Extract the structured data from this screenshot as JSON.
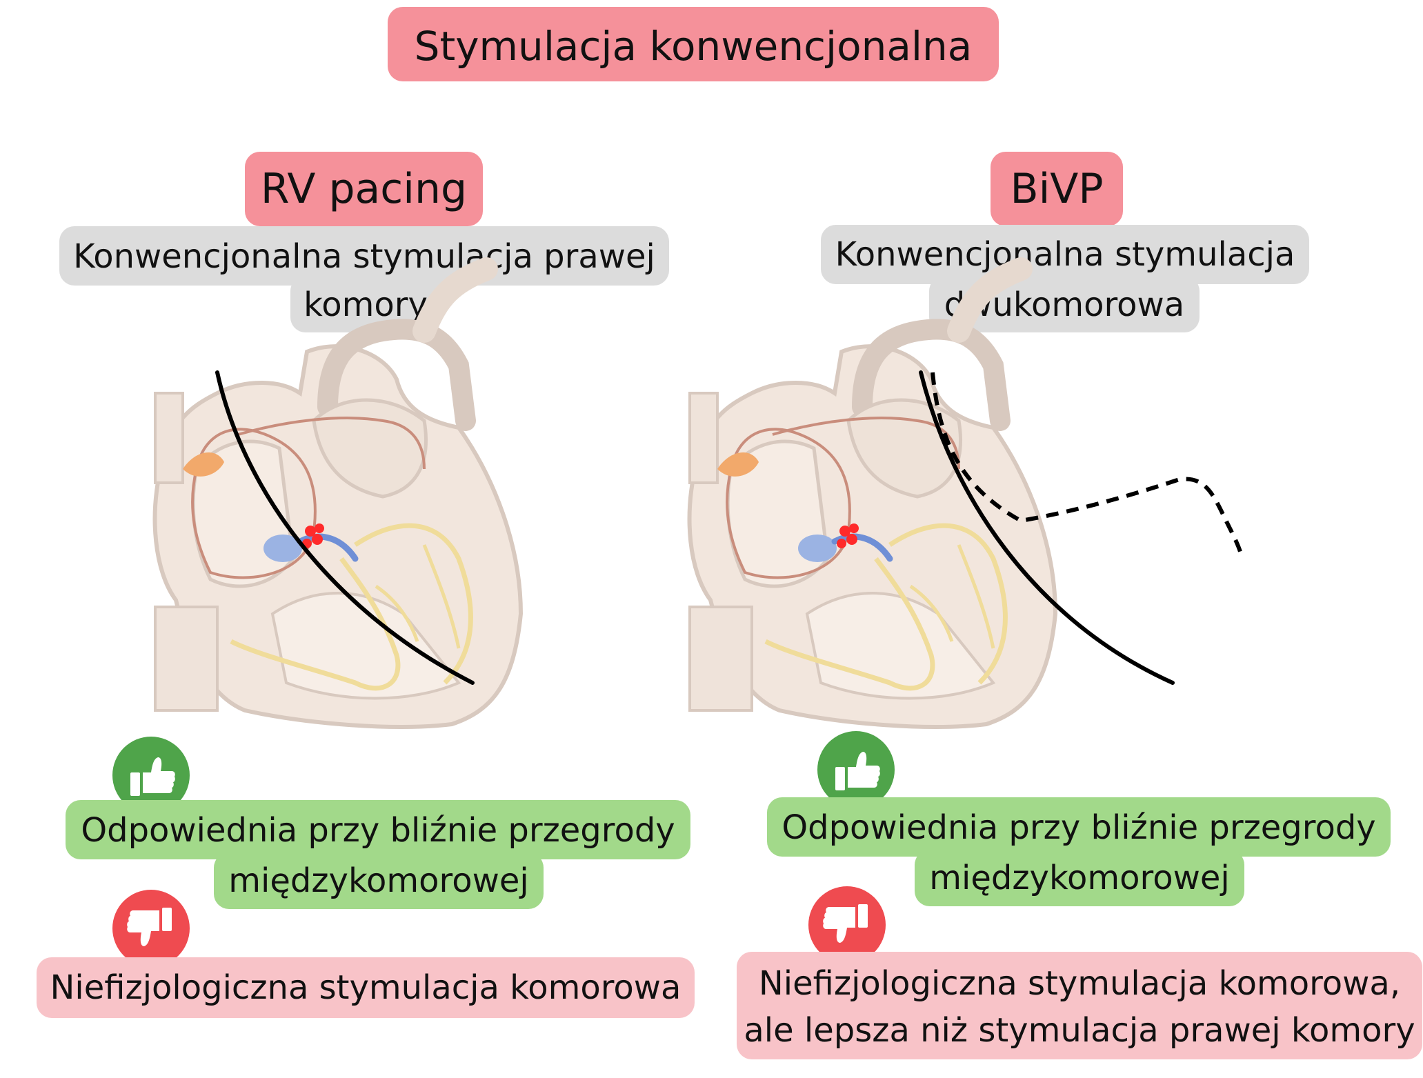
{
  "title": "Stymulacja konwencjonalna",
  "left": {
    "heading": "RV pacing",
    "desc_line1": "Konwencjonalna stymulacja prawej",
    "desc_line2": "komory",
    "pro_line1": "Odpowiednia przy bliźnie przegrody",
    "pro_line2": "międzykomorowej",
    "con_line1": "Niefizjologiczna stymulacja komorowa"
  },
  "right": {
    "heading": "BiVP",
    "desc_line1": "Konwencjonalna stymulacja",
    "desc_line2": "dwukomorowa",
    "pro_line1": "Odpowiednia przy bliźnie przegrody",
    "pro_line2": "międzykomorowej",
    "con_line1": "Niefizjologiczna stymulacja komorowa,",
    "con_line2": "ale lepsza niż stymulacja prawej komory"
  },
  "colors": {
    "title_bg": "#f5919a",
    "desc_bg": "#dcdcdc",
    "pro_bg": "#a2d98a",
    "con_bg": "#f8c3c8",
    "thumb_up": "#4fa44a",
    "thumb_down": "#ef4b50"
  },
  "icons": [
    "thumbs-up-icon",
    "thumbs-down-icon"
  ]
}
